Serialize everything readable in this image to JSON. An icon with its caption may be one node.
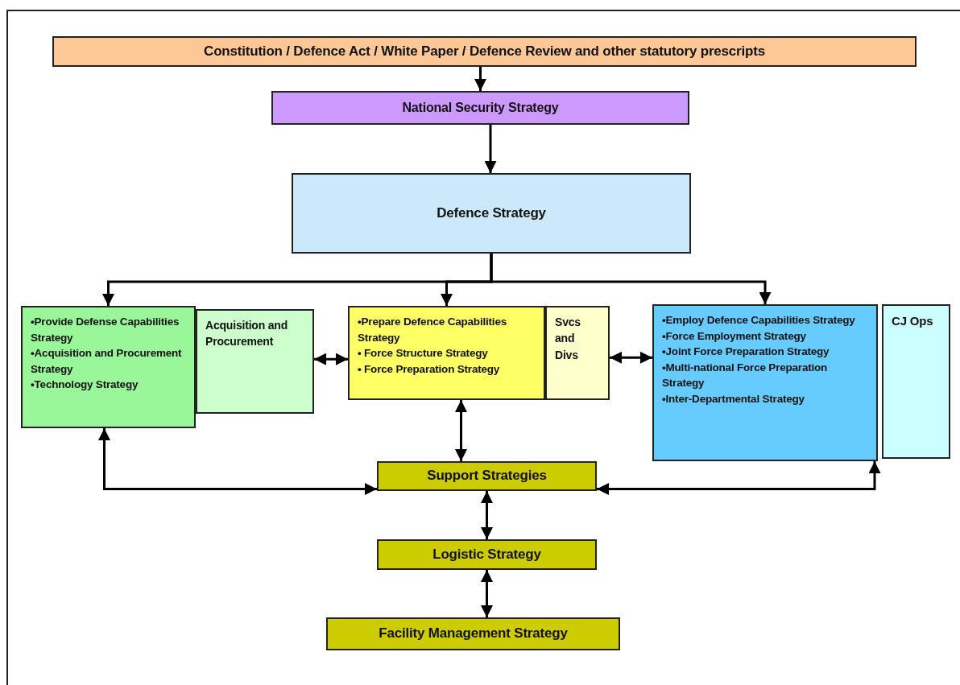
{
  "diagram": {
    "nodes": [
      {
        "text": [
          "Constitution / Defence Act / White Paper / Defence Review and other statutory prescripts"
        ]
      },
      {
        "text": [
          "National Security Strategy"
        ]
      },
      {
        "text": [
          "Defence Strategy"
        ]
      },
      {
        "text": [
          "•Provide Defense Capabilities Strategy",
          "•Acquisition and Procurement Strategy",
          "•Technology Strategy"
        ]
      },
      {
        "text": [
          "Acquisition and Procurement"
        ]
      },
      {
        "text": [
          "•Prepare Defence Capabilities Strategy",
          "• Force Structure Strategy",
          "• Force Preparation Strategy"
        ]
      },
      {
        "text": [
          "Svcs and Divs"
        ]
      },
      {
        "text": [
          "•Employ Defence Capabilities Strategy",
          "•Force Employment Strategy",
          "•Joint Force Preparation Strategy",
          "•Multi-national Force Preparation Strategy",
          "•Inter-Departmental Strategy"
        ]
      },
      {
        "text": [
          "CJ Ops"
        ]
      },
      {
        "text": [
          "Support Strategies"
        ]
      },
      {
        "text": [
          "Logistic Strategy"
        ]
      },
      {
        "text": [
          "Facility Management Strategy"
        ]
      }
    ],
    "edges": [
      {
        "from": 0,
        "to": 1,
        "arrow": "to"
      },
      {
        "from": 1,
        "to": 2,
        "arrow": "to"
      },
      {
        "from": 2,
        "to": 3,
        "arrow": "to"
      },
      {
        "from": 2,
        "to": 5,
        "arrow": "to"
      },
      {
        "from": 2,
        "to": 7,
        "arrow": "to"
      },
      {
        "from": 4,
        "to": 5,
        "arrow": "both"
      },
      {
        "from": 6,
        "to": 7,
        "arrow": "both"
      },
      {
        "from": 5,
        "to": 9,
        "arrow": "both"
      },
      {
        "from": 3,
        "to": 9,
        "arrow": "both"
      },
      {
        "from": 7,
        "to": 9,
        "arrow": "both"
      },
      {
        "from": 9,
        "to": 10,
        "arrow": "both"
      },
      {
        "from": 10,
        "to": 11,
        "arrow": "both"
      }
    ]
  }
}
